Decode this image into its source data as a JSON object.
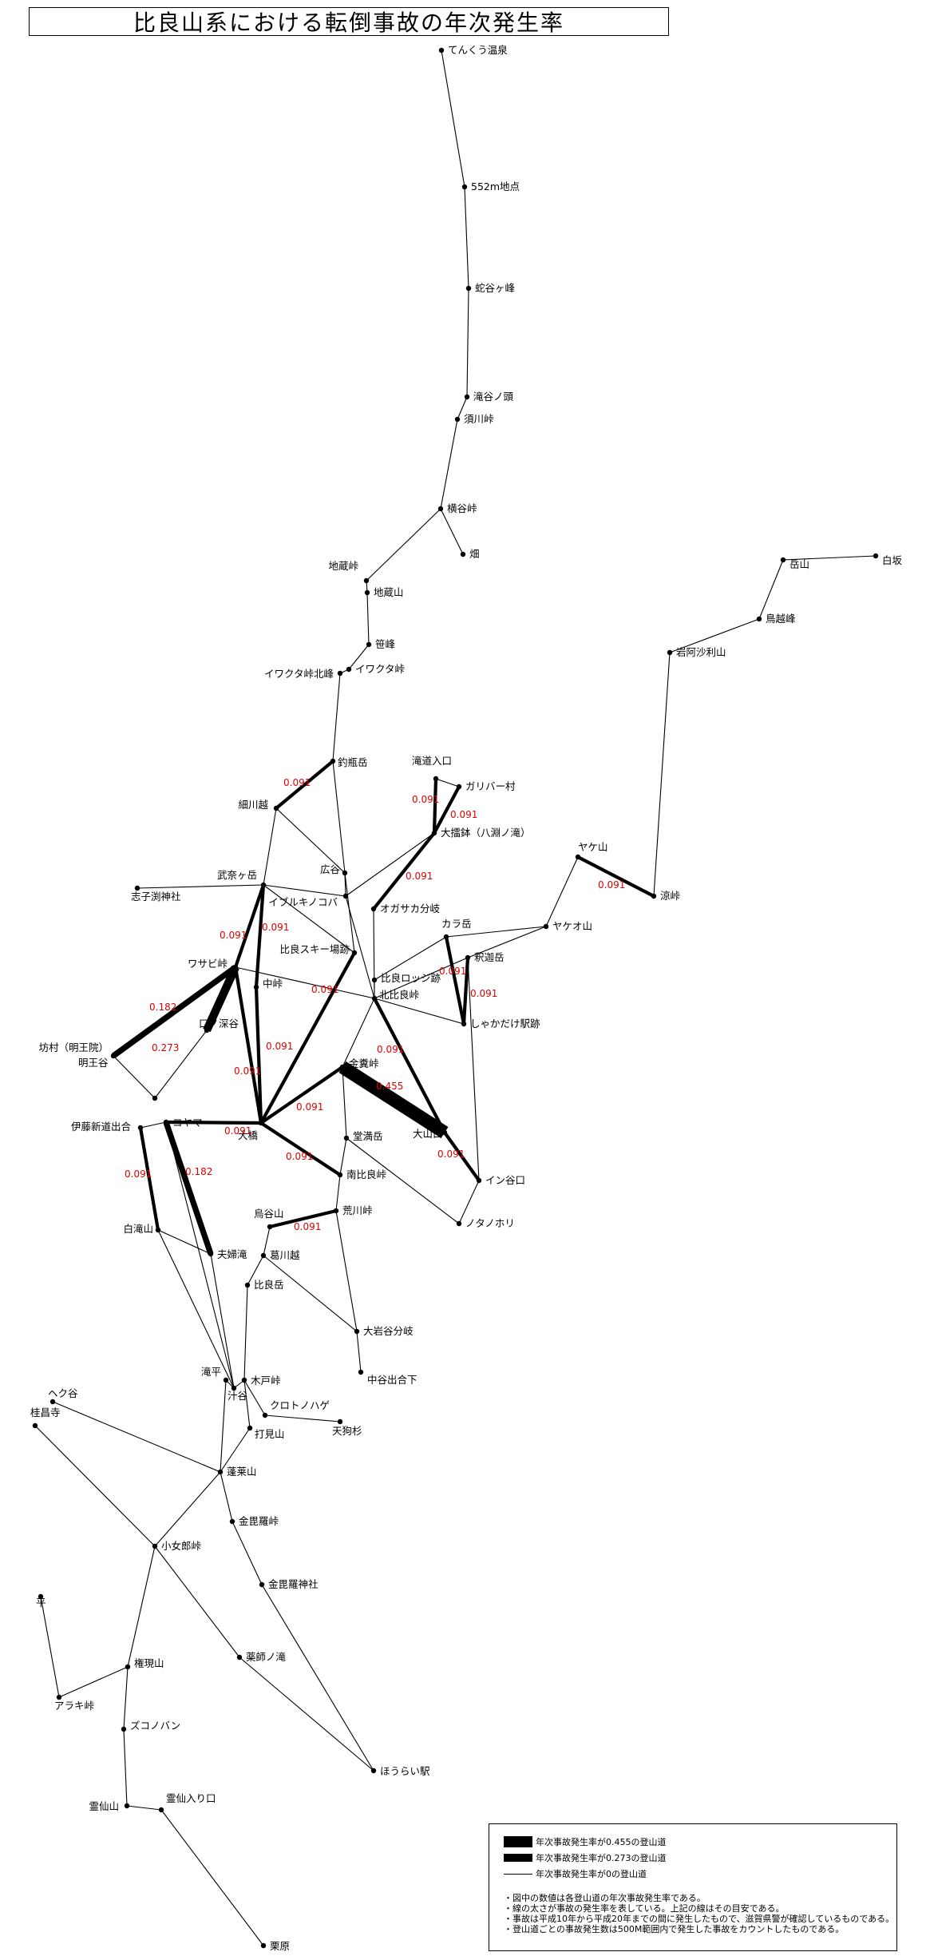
{
  "title": "比良山系における転倒事故の年次発生率",
  "nodes": [
    {
      "id": "tenkura",
      "label": "てんくう温泉"
    },
    {
      "id": "p552",
      "label": "552m地点"
    },
    {
      "id": "hebidani",
      "label": "蛇谷ヶ峰"
    },
    {
      "id": "takiyanokashira",
      "label": "滝谷ノ頭"
    },
    {
      "id": "sugawa",
      "label": "須川峠"
    },
    {
      "id": "yokotani",
      "label": "横谷峠"
    },
    {
      "id": "hata",
      "label": "畑"
    },
    {
      "id": "jizotoge",
      "label": "地蔵峠"
    },
    {
      "id": "jizoyama",
      "label": "地蔵山"
    },
    {
      "id": "sasamine",
      "label": "笹峰"
    },
    {
      "id": "iwakutatoge",
      "label": "イワクタ峠"
    },
    {
      "id": "iwakutakita",
      "label": "イワクタ峠北峰"
    },
    {
      "id": "tsurube",
      "label": "釣瓶岳"
    },
    {
      "id": "hosokawa",
      "label": "細川越"
    },
    {
      "id": "hirotani",
      "label": "広谷"
    },
    {
      "id": "buna",
      "label": "武奈ヶ岳"
    },
    {
      "id": "shishibuchi",
      "label": "志子渕神社"
    },
    {
      "id": "ibuki",
      "label": "イブルキノコバ"
    },
    {
      "id": "takimichi",
      "label": "滝道入口"
    },
    {
      "id": "gulliver",
      "label": "ガリバー村"
    },
    {
      "id": "ohchi",
      "label": "大擂鉢（八淵ノ滝）"
    },
    {
      "id": "ogasaka",
      "label": "オガサカ分岐"
    },
    {
      "id": "yakeyama",
      "label": "ヤケ山"
    },
    {
      "id": "ryosentoge",
      "label": "涼峠"
    },
    {
      "id": "yakeoyama",
      "label": "ヤケオ山"
    },
    {
      "id": "dakeyama",
      "label": "岳山"
    },
    {
      "id": "shirasaka",
      "label": "白坂"
    },
    {
      "id": "torigoe",
      "label": "鳥越峰"
    },
    {
      "id": "iwaasari",
      "label": "岩阿沙利山"
    },
    {
      "id": "karadake",
      "label": "カラ岳"
    },
    {
      "id": "shakadake",
      "label": "釈迦岳"
    },
    {
      "id": "shakaeki",
      "label": "しゃかだけ駅跡"
    },
    {
      "id": "hiraski",
      "label": "比良スキー場跡"
    },
    {
      "id": "hiralodge",
      "label": "比良ロッジ跡"
    },
    {
      "id": "kitahira",
      "label": "北比良峠"
    },
    {
      "id": "wasabi",
      "label": "ワサビ峠"
    },
    {
      "id": "nakatoge",
      "label": "中峠"
    },
    {
      "id": "kuchifuka",
      "label": "口ノ深谷"
    },
    {
      "id": "bomura",
      "label": "坊村（明王院）"
    },
    {
      "id": "myoo",
      "label": "明王谷"
    },
    {
      "id": "kinun",
      "label": "金糞峠"
    },
    {
      "id": "dainiwa",
      "label": "大橋"
    },
    {
      "id": "kokoba",
      "label": "コヤマ"
    },
    {
      "id": "itofork",
      "label": "伊藤新道出合"
    },
    {
      "id": "domangatake",
      "label": "堂満岳"
    },
    {
      "id": "oyamaguchi",
      "label": "大山口"
    },
    {
      "id": "inotaniguchi",
      "label": "イン谷口"
    },
    {
      "id": "minamihira",
      "label": "南比良峠"
    },
    {
      "id": "notanohori",
      "label": "ノタノホリ"
    },
    {
      "id": "toridani",
      "label": "烏谷山"
    },
    {
      "id": "arakawatoge",
      "label": "荒川峠"
    },
    {
      "id": "kuzugawa",
      "label": "葛川越"
    },
    {
      "id": "hiradake",
      "label": "比良岳"
    },
    {
      "id": "shiratakiyama",
      "label": "白滝山"
    },
    {
      "id": "fufudaki",
      "label": "夫婦滝"
    },
    {
      "id": "oiwaya",
      "label": "大岩谷分岐"
    },
    {
      "id": "nakadani",
      "label": "中谷出合下"
    },
    {
      "id": "takihira",
      "label": "滝平"
    },
    {
      "id": "kidotoge",
      "label": "木戸峠"
    },
    {
      "id": "shirutani",
      "label": "汁谷"
    },
    {
      "id": "kurotonohage",
      "label": "クロトノハゲ"
    },
    {
      "id": "tenguse",
      "label": "天狗杉"
    },
    {
      "id": "uchimiyama",
      "label": "打見山"
    },
    {
      "id": "horaisan",
      "label": "蓬莱山"
    },
    {
      "id": "hekudani",
      "label": "ヘク谷"
    },
    {
      "id": "keishoji",
      "label": "桂昌寺"
    },
    {
      "id": "konpiratoge",
      "label": "金毘羅峠"
    },
    {
      "id": "konpirajinja",
      "label": "金毘羅神社"
    },
    {
      "id": "kojorou",
      "label": "小女郎峠"
    },
    {
      "id": "taira",
      "label": "平"
    },
    {
      "id": "yakushi",
      "label": "薬師ノ滝"
    },
    {
      "id": "gongen",
      "label": "権現山"
    },
    {
      "id": "arakitoge",
      "label": "アラキ峠"
    },
    {
      "id": "zukopan",
      "label": "ズコノバン"
    },
    {
      "id": "horaieki",
      "label": "ほうらい駅"
    },
    {
      "id": "ryozensan",
      "label": "霊仙山"
    },
    {
      "id": "ryozenguchi",
      "label": "霊仙入り口"
    },
    {
      "id": "kurihara",
      "label": "栗原"
    }
  ],
  "edges": [
    {
      "from": "tenkura",
      "to": "p552",
      "rate": 0
    },
    {
      "from": "p552",
      "to": "hebidani",
      "rate": 0
    },
    {
      "from": "hebidani",
      "to": "takiyanokashira",
      "rate": 0
    },
    {
      "from": "takiyanokashira",
      "to": "sugawa",
      "rate": 0
    },
    {
      "from": "sugawa",
      "to": "yokotani",
      "rate": 0
    },
    {
      "from": "yokotani",
      "to": "hata",
      "rate": 0
    },
    {
      "from": "yokotani",
      "to": "jizotoge",
      "rate": 0
    },
    {
      "from": "jizotoge",
      "to": "jizoyama",
      "rate": 0
    },
    {
      "from": "jizoyama",
      "to": "sasamine",
      "rate": 0
    },
    {
      "from": "sasamine",
      "to": "iwakutatoge",
      "rate": 0
    },
    {
      "from": "iwakutatoge",
      "to": "iwakutakita",
      "rate": 0
    },
    {
      "from": "iwakutakita",
      "to": "tsurube",
      "rate": 0
    },
    {
      "from": "tsurube",
      "to": "hosokawa",
      "rate": 0.091,
      "label": "0.091"
    },
    {
      "from": "tsurube",
      "to": "hirotani",
      "rate": 0
    },
    {
      "from": "hosokawa",
      "to": "buna",
      "rate": 0
    },
    {
      "from": "hosokawa",
      "to": "hirotani",
      "rate": 0
    },
    {
      "from": "hirotani",
      "to": "ibuki",
      "rate": 0
    },
    {
      "from": "shishibuchi",
      "to": "buna",
      "rate": 0
    },
    {
      "from": "buna",
      "to": "ibuki",
      "rate": 0
    },
    {
      "from": "takimichi",
      "to": "gulliver",
      "rate": 0
    },
    {
      "from": "takimichi",
      "to": "ohchi",
      "rate": 0.091,
      "label": "0.091"
    },
    {
      "from": "gulliver",
      "to": "ohchi",
      "rate": 0.091,
      "label": "0.091"
    },
    {
      "from": "ohchi",
      "to": "ibuki",
      "rate": 0
    },
    {
      "from": "ohchi",
      "to": "ogasaka",
      "rate": 0.091,
      "label": "0.091"
    },
    {
      "from": "hirotani",
      "to": "hiraski",
      "rate": 0
    },
    {
      "from": "ogasaka",
      "to": "kitahira",
      "rate": 0
    },
    {
      "from": "yakeyama",
      "to": "ryosentoge",
      "rate": 0.091,
      "label": "0.091"
    },
    {
      "from": "yakeyama",
      "to": "yakeoyama",
      "rate": 0
    },
    {
      "from": "dakeyama",
      "to": "shirasaka",
      "rate": 0
    },
    {
      "from": "dakeyama",
      "to": "torigoe",
      "rate": 0
    },
    {
      "from": "torigoe",
      "to": "iwaasari",
      "rate": 0
    },
    {
      "from": "iwaasari",
      "to": "ryosentoge",
      "rate": 0
    },
    {
      "from": "yakeoyama",
      "to": "karadake",
      "rate": 0
    },
    {
      "from": "yakeoyama",
      "to": "shakadake",
      "rate": 0
    },
    {
      "from": "karadake",
      "to": "hiralodge",
      "rate": 0
    },
    {
      "from": "karadake",
      "to": "shakaeki",
      "rate": 0.091,
      "label": "0.091"
    },
    {
      "from": "shakadake",
      "to": "shakaeki",
      "rate": 0.091,
      "label": "0.091"
    },
    {
      "from": "shakadake",
      "to": "inotaniguchi",
      "rate": 0
    },
    {
      "from": "kitahira",
      "to": "shakaeki",
      "rate": 0
    },
    {
      "from": "kitahira",
      "to": "shakadake",
      "rate": 0
    },
    {
      "from": "hiralodge",
      "to": "kitahira",
      "rate": 0
    },
    {
      "from": "buna",
      "to": "wasabi",
      "rate": 0.091,
      "label": "0.091"
    },
    {
      "from": "buna",
      "to": "nakatoge",
      "rate": 0.091,
      "label": "0.091"
    },
    {
      "from": "buna",
      "to": "hiraski",
      "rate": 0
    },
    {
      "from": "ibuki",
      "to": "kitahira",
      "rate": 0
    },
    {
      "from": "hiraski",
      "to": "dainiwa",
      "rate": 0.091,
      "label": "0.091"
    },
    {
      "from": "wasabi",
      "to": "bomura",
      "rate": 0.182,
      "label": "0.182"
    },
    {
      "from": "wasabi",
      "to": "kuchifuka",
      "rate": 0.273,
      "label": "0.273"
    },
    {
      "from": "wasabi",
      "to": "dainiwa",
      "rate": 0.091,
      "label": "0.091"
    },
    {
      "from": "wasabi",
      "to": "kitahira",
      "rate": 0
    },
    {
      "from": "nakatoge",
      "to": "dainiwa",
      "rate": 0.091,
      "label": "0.091"
    },
    {
      "from": "kuchifuka",
      "to": "myoo",
      "rate": 0
    },
    {
      "from": "bomura",
      "to": "myoo",
      "rate": 0
    },
    {
      "from": "kitahira",
      "to": "kinun",
      "rate": 0
    },
    {
      "from": "kitahira",
      "to": "oyamaguchi",
      "rate": 0.091,
      "label": "0.091"
    },
    {
      "from": "kinun",
      "to": "dainiwa",
      "rate": 0.091,
      "label": "0.091"
    },
    {
      "from": "kinun",
      "to": "oyamaguchi",
      "rate": 0.455,
      "label": "0.455"
    },
    {
      "from": "kinun",
      "to": "domangatake",
      "rate": 0
    },
    {
      "from": "dainiwa",
      "to": "kokoba",
      "rate": 0.091,
      "label": "0.091"
    },
    {
      "from": "dainiwa",
      "to": "minamihira",
      "rate": 0.091,
      "label": "0.091"
    },
    {
      "from": "oyamaguchi",
      "to": "inotaniguchi",
      "rate": 0.091,
      "label": "0.091"
    },
    {
      "from": "kokoba",
      "to": "itofork",
      "rate": 0
    },
    {
      "from": "kokoba",
      "to": "fufudaki",
      "rate": 0.182,
      "label": "0.182"
    },
    {
      "from": "itofork",
      "to": "shiratakiyama",
      "rate": 0.091,
      "label": "0.091"
    },
    {
      "from": "domangatake",
      "to": "minamihira",
      "rate": 0
    },
    {
      "from": "domangatake",
      "to": "notanohori",
      "rate": 0
    },
    {
      "from": "inotaniguchi",
      "to": "notanohori",
      "rate": 0
    },
    {
      "from": "minamihira",
      "to": "arakawatoge",
      "rate": 0
    },
    {
      "from": "toridani",
      "to": "arakawatoge",
      "rate": 0.091,
      "label": "0.091"
    },
    {
      "from": "toridani",
      "to": "kuzugawa",
      "rate": 0
    },
    {
      "from": "arakawatoge",
      "to": "oiwaya",
      "rate": 0
    },
    {
      "from": "kuzugawa",
      "to": "oiwaya",
      "rate": 0
    },
    {
      "from": "kuzugawa",
      "to": "hiradake",
      "rate": 0
    },
    {
      "from": "hiradake",
      "to": "kidotoge",
      "rate": 0
    },
    {
      "from": "oiwaya",
      "to": "nakadani",
      "rate": 0
    },
    {
      "from": "shiratakiyama",
      "to": "fufudaki",
      "rate": 0
    },
    {
      "from": "shiratakiyama",
      "to": "shirutani",
      "rate": 0
    },
    {
      "from": "fufudaki",
      "to": "shirutani",
      "rate": 0
    },
    {
      "from": "takihira",
      "to": "shirutani",
      "rate": 0
    },
    {
      "from": "kokoba",
      "to": "shirutani",
      "rate": 0
    },
    {
      "from": "shirutani",
      "to": "kidotoge",
      "rate": 0
    },
    {
      "from": "kidotoge",
      "to": "kurotonohage",
      "rate": 0
    },
    {
      "from": "kidotoge",
      "to": "uchimiyama",
      "rate": 0
    },
    {
      "from": "kurotonohage",
      "to": "tenguse",
      "rate": 0
    },
    {
      "from": "uchimiyama",
      "to": "horaisan",
      "rate": 0
    },
    {
      "from": "takihira",
      "to": "horaisan",
      "rate": 0
    },
    {
      "from": "hekudani",
      "to": "horaisan",
      "rate": 0
    },
    {
      "from": "horaisan",
      "to": "konpiratoge",
      "rate": 0
    },
    {
      "from": "horaisan",
      "to": "kojorou",
      "rate": 0
    },
    {
      "from": "konpiratoge",
      "to": "konpirajinja",
      "rate": 0
    },
    {
      "from": "konpirajinja",
      "to": "horaieki",
      "rate": 0
    },
    {
      "from": "keishoji",
      "to": "kojorou",
      "rate": 0
    },
    {
      "from": "kojorou",
      "to": "yakushi",
      "rate": 0
    },
    {
      "from": "yakushi",
      "to": "horaieki",
      "rate": 0
    },
    {
      "from": "kojorou",
      "to": "gongen",
      "rate": 0
    },
    {
      "from": "taira",
      "to": "arakitoge",
      "rate": 0
    },
    {
      "from": "arakitoge",
      "to": "gongen",
      "rate": 0
    },
    {
      "from": "gongen",
      "to": "zukopan",
      "rate": 0
    },
    {
      "from": "zukopan",
      "to": "ryozensan",
      "rate": 0
    },
    {
      "from": "ryozensan",
      "to": "ryozenguchi",
      "rate": 0
    },
    {
      "from": "ryozenguchi",
      "to": "kurihara",
      "rate": 0
    }
  ],
  "legend": {
    "items": [
      {
        "label": "年次事故発生率が0.455の登山道",
        "rate": 0.455
      },
      {
        "label": "年次事故発生率が0.273の登山道",
        "rate": 0.273
      },
      {
        "label": "年次事故発生率が0の登山道",
        "rate": 0
      }
    ],
    "notes": [
      "・図中の数値は各登山道の年次事故発生率である。",
      "・線の太さが事故の発生率を表している。上記の線はその目安である。",
      "・事故は平成10年から平成20年までの間に発生したもので、滋賀県警が確認しているものである。",
      "・登山道ごとの事故発生数は500M範囲内で発生した事故をカウントしたものである。"
    ]
  }
}
